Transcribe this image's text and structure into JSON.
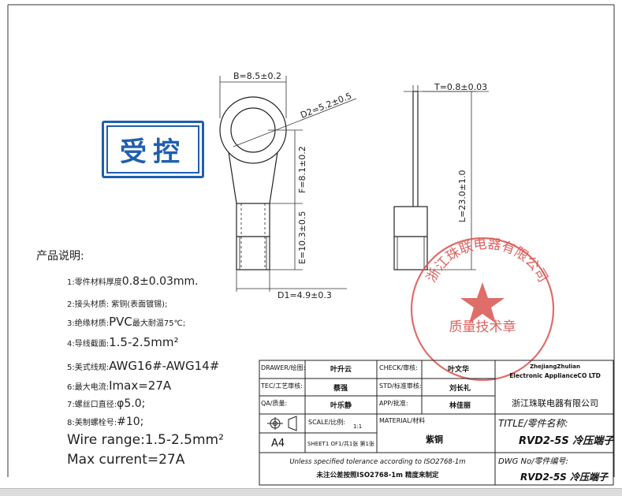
{
  "stamp_received": {
    "text": "受控",
    "color": "#1f5fb0"
  },
  "quality_seal": {
    "company": "浙江珠联电器有限公司",
    "caption": "质量技术章",
    "color": "#d9534f"
  },
  "dimensions": {
    "B": "B=8.5±0.2",
    "D2": "D2=5.2±0.5",
    "F": "F=8.1±0.2",
    "E": "E=10.3±0.5",
    "D1": "D1=4.9±0.3",
    "T": "T=0.8±0.03",
    "L": "L=23.0±1.0"
  },
  "notes": {
    "heading": "产品说明:",
    "n1_label": "1:零件材料厚度",
    "n1_value": "0.8±0.03mm.",
    "n2_label": "2:接头材质: 紫铜(表面镀锡);",
    "n3_label": "3:绝缘材质:",
    "n3_value": "PVC",
    "n3_extra": "最大耐温75℃;",
    "n4_label": "4:导线截面:",
    "n4_value": "1.5-2.5mm²",
    "n5_label": "5:美式线规:",
    "n5_value": "AWG16#-AWG14#",
    "n6_label": "6:最大电流:",
    "n6_value": "Imax=27A",
    "n7_label": "7:螺丝口直径:",
    "n7_value": "φ5.0;",
    "n8_label": "8:美制螺栓号:",
    "n8_value": "#10;",
    "wire_range": "Wire range:1.5-2.5mm²",
    "max_current": "Max current=27A"
  },
  "title_block": {
    "drawer_label": "DRAWER/绘图:",
    "drawer_value": "叶升云",
    "check_label": "CHECK/审核:",
    "check_value": "叶文华",
    "company_en_1": "ZhejiangZhulian",
    "company_en_2": "Electronic ApplianceCO LTD",
    "company_cn": "浙江珠联电器有限公司",
    "tec_label": "TEC/工艺审核:",
    "tec_value": "蔡强",
    "std_label": "STD/标准审核:",
    "std_value": "刘长礼",
    "qa_label": "QA/质量:",
    "qa_value": "叶乐静",
    "app_label": "APP/批准:",
    "app_value": "林佳丽",
    "scale_label": "SCALE/比例:",
    "scale_value": "1:1",
    "material_label": "MATERIAL/材料",
    "material_value": "紫铜",
    "title_label": "TITLE/零件名称:",
    "title_value": "RVD2-5S 冷压端子",
    "paper_size": "A4",
    "sheet_label": "SHEET1 OF1/共1张 第1张",
    "tolerance_en": "Unless specified tolerance according to ISO2768-1m",
    "tolerance_cn": "未注公差按照ISO2768-1m 精度来制定",
    "dwg_label": "DWG No/零件编号:",
    "dwg_value": "RVD2-5S 冷压端子"
  }
}
